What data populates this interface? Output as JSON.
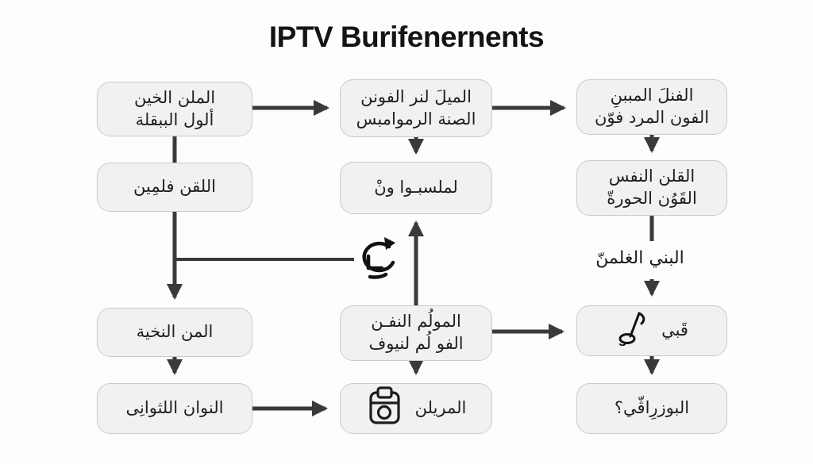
{
  "title": "IPTV Burifenernents",
  "diagram": {
    "boxes": [
      {
        "id": "r1c1",
        "lines": [
          "الملن الخين",
          "ألول الببقلة"
        ]
      },
      {
        "id": "r1c2",
        "lines": [
          "الميلَ لنر الفونن",
          "الصنة الرموامبس"
        ]
      },
      {
        "id": "r1c3",
        "lines": [
          "الفنلَ المببنِ",
          "الفون المرد فوّن"
        ]
      },
      {
        "id": "r2c1",
        "lines": [
          "اللقن فلمِين"
        ]
      },
      {
        "id": "r2c2",
        "lines": [
          "لملسبـوا ونْ"
        ]
      },
      {
        "id": "r2c3",
        "lines": [
          "القلن النفس",
          "القَوُن الحورةّ"
        ]
      },
      {
        "id": "r3c1",
        "lines": [
          "المن النخية"
        ]
      },
      {
        "id": "r3c2",
        "lines": [
          "المولُم النفـن",
          "الفو لُم لنيوف"
        ]
      },
      {
        "id": "r3c3",
        "lines": [
          "قَبي"
        ],
        "icon": "note-icon"
      },
      {
        "id": "r4c1",
        "lines": [
          "النوان اللثوانِى"
        ]
      },
      {
        "id": "r4c2",
        "lines": [
          "المريلن"
        ],
        "icon": "clipboard-icon"
      },
      {
        "id": "r4c3",
        "lines": [
          "البوزرِاڤّي؟"
        ]
      }
    ],
    "floating_label": "البني الغلمنّ",
    "icons": [
      "refresh-icon",
      "note-icon",
      "clipboard-icon"
    ],
    "colors": {
      "background": "#fdfdfd",
      "box_fill": "#f1f1f2",
      "box_border": "#cbcbcb",
      "arrow": "#3a3a3a",
      "text": "#1f1f1f",
      "title": "#141414"
    }
  }
}
